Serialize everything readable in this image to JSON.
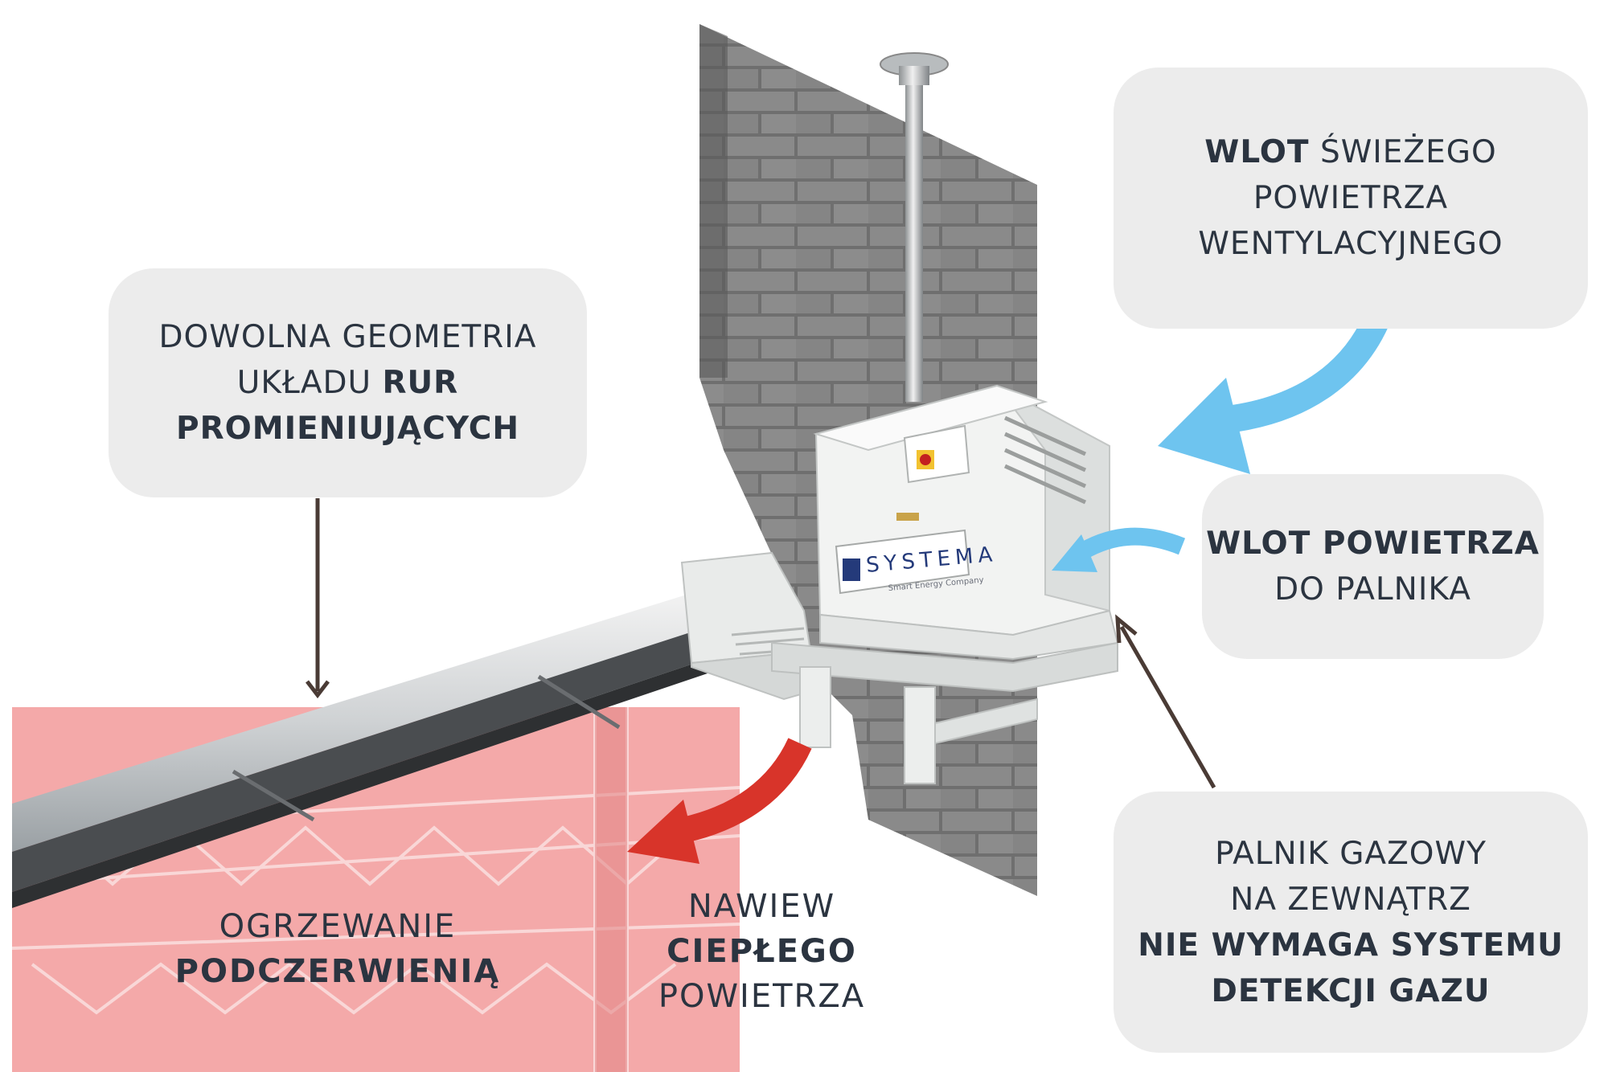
{
  "labels": {
    "fresh_air_inlet": {
      "bold": "WLOT",
      "rest": " ŚWIEŻEGO",
      "line2": "POWIETRZA",
      "line3": "WENTYLACYJNEGO"
    },
    "geometry": {
      "line1": "DOWOLNA GEOMETRIA",
      "line2_regular": "UKŁADU ",
      "line2_bold": "RUR",
      "line3_bold": "PROMIENIUJĄCYCH"
    },
    "burner_air_inlet": {
      "line1_bold": "WLOT POWIETRZA",
      "line2": "DO PALNIKA"
    },
    "gas_burner": {
      "line1": "PALNIK GAZOWY",
      "line2": "NA ZEWNĄTRZ",
      "line3_bold": "NIE WYMAGA SYSTEMU",
      "line4_bold": "DETEKCJI GAZU"
    },
    "infrared": {
      "line1": "OGRZEWANIE",
      "line2_bold": "PODCZERWIENIĄ"
    },
    "warm_air": {
      "line1": "NAWIEW",
      "line2_bold": "CIEPŁEGO",
      "line3": "POWIETRZA"
    }
  },
  "device": {
    "brand": "SYSTEMA",
    "tagline": "Smart Energy Company"
  },
  "colors": {
    "label_bg": "#ececec",
    "text": "#2b3440",
    "fresh_air_arrow": "#6ec4ef",
    "warm_air_arrow": "#d8342a",
    "pointer_arrow": "#4a3b35",
    "infrared_zone": "#f29a9a",
    "brick": "#7c7c7c"
  }
}
